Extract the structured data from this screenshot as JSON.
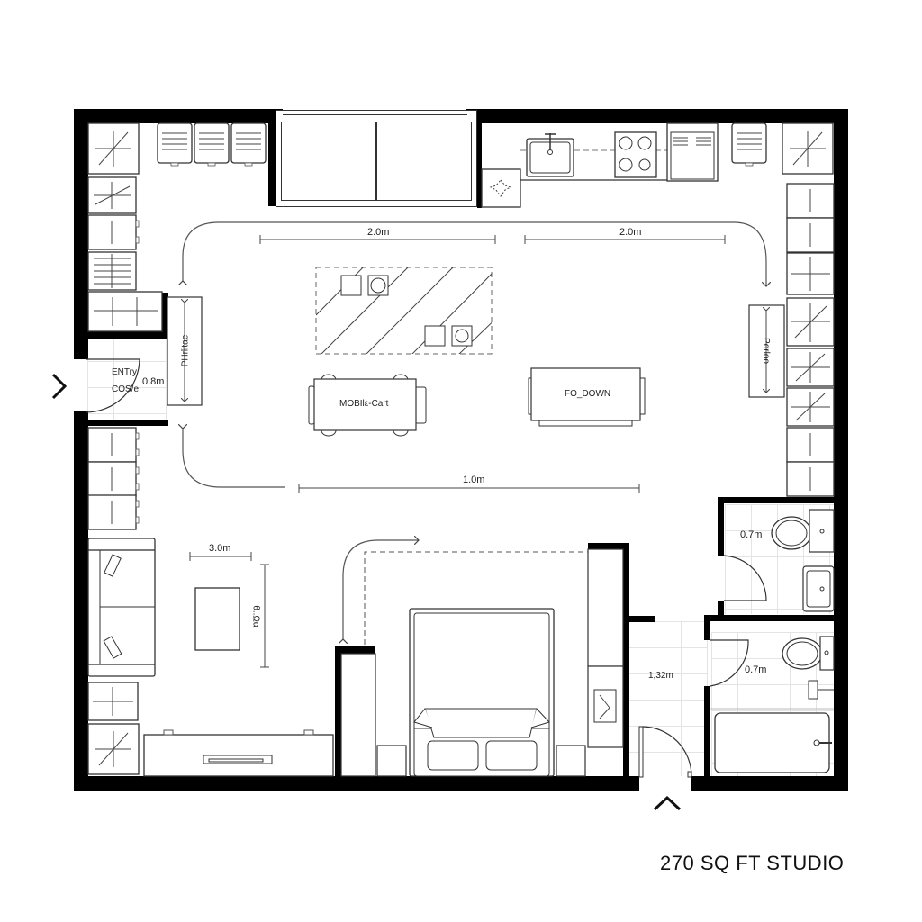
{
  "plan": {
    "title": "270 SQ FT STUDIO",
    "entry_arrow_left": "chevron-right",
    "entry_arrow_bottom": "chevron-up"
  },
  "dimensions": {
    "top_left": "2.0m",
    "top_right": "2.0m",
    "middle": "1.0m",
    "living": "3.0m",
    "living_vertical": "θ..Ωα",
    "entry_door": "0.8m",
    "hallway": "1,32m",
    "bath_upper_door": "0.7m",
    "bath_lower_door": "0.7m"
  },
  "labels": {
    "entry_line1": "ENTry",
    "entry_line2": "COS/e",
    "left_panel": "PHrlitae",
    "right_panel": "Porloo",
    "mobile_cart": "MOBIlε-Cart",
    "fold_down": "FO_DOWN"
  },
  "colors": {
    "wall": "#000000",
    "line": "#333333",
    "tile": "#e4e4e4",
    "background": "#ffffff"
  }
}
